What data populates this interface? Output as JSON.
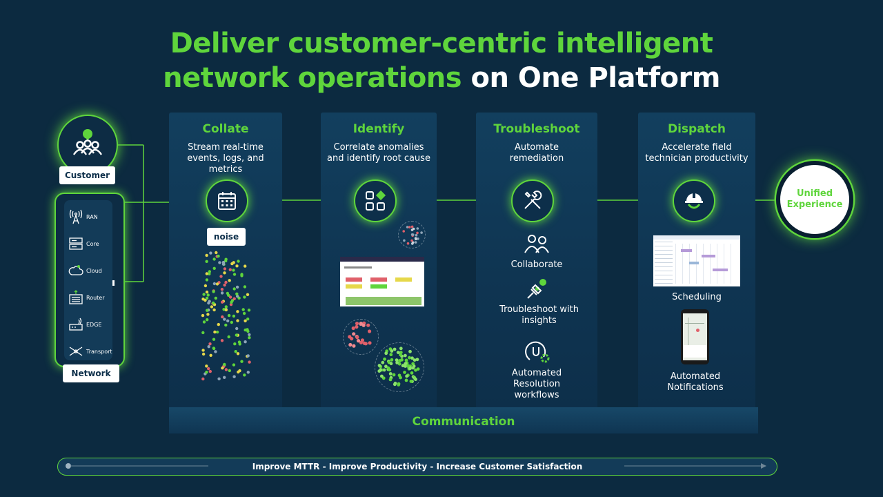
{
  "title": {
    "highlight_line1": "Deliver customer-centric intelligent",
    "highlight_line2": "network operations",
    "plain_line2": " on One Platform"
  },
  "customer": {
    "label": "Customer",
    "icon": "customer-group-icon"
  },
  "network": {
    "label": "Network",
    "items": [
      {
        "label": "RAN",
        "icon": "antenna-icon"
      },
      {
        "label": "Core",
        "icon": "server-icon"
      },
      {
        "label": "Cloud",
        "icon": "cloud-icon"
      },
      {
        "label": "Router",
        "icon": "router-icon"
      },
      {
        "label": "EDGE",
        "icon": "edge-device-icon"
      },
      {
        "label": "Transport",
        "icon": "transport-icon"
      }
    ]
  },
  "columns": [
    {
      "title": "Collate",
      "description": "Stream real-time\nevents, logs, and\nmetrics",
      "icon": "calendar-icon"
    },
    {
      "title": "Identify",
      "description": "Correlate anomalies\nand identify root cause",
      "icon": "apps-grid-icon"
    },
    {
      "title": "Troubleshoot",
      "description": "Automate\nremediation",
      "icon": "tools-icon"
    },
    {
      "title": "Dispatch",
      "description": "Accelerate field\ntechnician productivity",
      "icon": "technician-helmet-icon"
    }
  ],
  "noise_label": "noise",
  "troubleshoot_items": [
    {
      "label": "Collaborate",
      "icon": "collaborate-icon"
    },
    {
      "label": "Troubleshoot with\ninsights",
      "icon": "insights-icon"
    },
    {
      "label": "Automated\nResolution\nworkflows",
      "icon": "workflow-gear-icon"
    }
  ],
  "dispatch_items": [
    {
      "label": "Scheduling"
    },
    {
      "label": "Automated\nNotifications"
    }
  ],
  "unified": "Unified\nExperience",
  "communication": "Communication",
  "footer": "Improve MTTR  -  Improve Productivity  -  Increase Customer Satisfaction",
  "colors": {
    "accent": "#5fd53c",
    "background": "#0c2a40",
    "panel": "#0f3552",
    "alert_red": "#e0606a",
    "warning_yellow": "#e6d84a"
  }
}
